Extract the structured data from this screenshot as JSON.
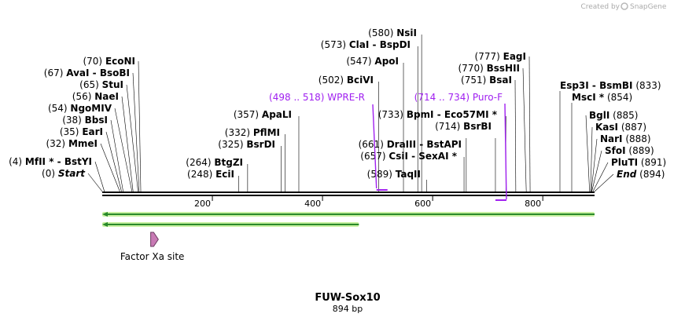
{
  "brand": {
    "created_by": "Created by",
    "name": "SnapGene",
    "logo_color": "#b8b8b8"
  },
  "map": {
    "title": "FUW-Sox10",
    "length_label": "894 bp",
    "length": 894,
    "axis_ticks": [
      "200",
      "400",
      "600",
      "800"
    ],
    "axis_tick_values": [
      200,
      400,
      600,
      800
    ],
    "colors": {
      "backbone": "#000000",
      "primer": "#a020f0",
      "feature_fill": "#5ce65c",
      "feature_glow": "#c8f0a0",
      "factor_xa_fill": "#c87ab4"
    }
  },
  "left_sites": [
    {
      "pos": "(70)",
      "name": "EcoNI",
      "site": 70
    },
    {
      "pos": "(67)",
      "name": "AvaI",
      "second": "BsoBI",
      "site": 67
    },
    {
      "pos": "(65)",
      "name": "StuI",
      "site": 65
    },
    {
      "pos": "(56)",
      "name": "NaeI",
      "site": 56
    },
    {
      "pos": "(54)",
      "name": "NgoMIV",
      "site": 54
    },
    {
      "pos": "(38)",
      "name": "BbsI",
      "site": 38
    },
    {
      "pos": "(35)",
      "name": "EarI",
      "site": 35
    },
    {
      "pos": "(32)",
      "name": "MmeI",
      "site": 32
    },
    {
      "pos": "(4)",
      "name": "MfII *",
      "second": "BstYI",
      "site": 4
    },
    {
      "pos": "(0)",
      "name": "Start",
      "italic": true,
      "site": 0
    }
  ],
  "middle_sites": [
    {
      "pos": "(580)",
      "name": "NsiI",
      "site": 580
    },
    {
      "pos": "(573)",
      "name": "ClaI",
      "second": "BspDI",
      "site": 573
    },
    {
      "pos": "(547)",
      "name": "ApoI",
      "site": 547
    },
    {
      "pos": "(502)",
      "name": "BciVI",
      "site": 502
    },
    {
      "pos": "(357)",
      "name": "ApaLI",
      "site": 357
    },
    {
      "pos": "(733)",
      "name": "BpmI",
      "second": "Eco57MI *",
      "site": 733
    },
    {
      "pos": "(714)",
      "name": "BsrBI",
      "site": 714
    },
    {
      "pos": "(332)",
      "name": "PflMI",
      "site": 332
    },
    {
      "pos": "(325)",
      "name": "BsrDI",
      "site": 325
    },
    {
      "pos": "(661)",
      "name": "DraIII",
      "second": "BstAPI",
      "site": 661
    },
    {
      "pos": "(657)",
      "name": "CsiI",
      "second": "SexAI *",
      "site": 657
    },
    {
      "pos": "(264)",
      "name": "BtgZI",
      "site": 264
    },
    {
      "pos": "(248)",
      "name": "EciI",
      "site": 248
    },
    {
      "pos": "(589)",
      "name": "TaqII",
      "site": 589
    }
  ],
  "upper_right_sites": [
    {
      "pos": "(777)",
      "name": "EagI",
      "site": 777
    },
    {
      "pos": "(770)",
      "name": "BssHII",
      "site": 770
    },
    {
      "pos": "(751)",
      "name": "BsaI",
      "site": 751
    }
  ],
  "right_sites": [
    {
      "name": "Esp3I",
      "second": "BsmBI",
      "pos": "(833)",
      "site": 833
    },
    {
      "name": "MscI *",
      "pos": "(854)",
      "site": 854
    },
    {
      "name": "BglI",
      "pos": "(885)",
      "site": 885
    },
    {
      "name": "KasI",
      "pos": "(887)",
      "site": 887
    },
    {
      "name": "NarI",
      "pos": "(888)",
      "site": 888
    },
    {
      "name": "SfoI",
      "pos": "(889)",
      "site": 889
    },
    {
      "name": "PluTI",
      "pos": "(891)",
      "site": 891
    },
    {
      "name": "End",
      "pos": "(894)",
      "italic": true,
      "site": 894
    }
  ],
  "primers": [
    {
      "range": "(498 .. 518)",
      "name": "WPRE-R",
      "start": 498,
      "end": 518
    },
    {
      "range": "(714 .. 734)",
      "name": "Puro-F",
      "start": 714,
      "end": 734
    }
  ],
  "features": [
    {
      "name": "",
      "start": 0,
      "end": 894,
      "direction": "reverse"
    },
    {
      "name": "",
      "start": 0,
      "end": 466,
      "direction": "reverse"
    },
    {
      "name": "Factor Xa site",
      "start": 88,
      "end": 99,
      "direction": "forward"
    }
  ]
}
